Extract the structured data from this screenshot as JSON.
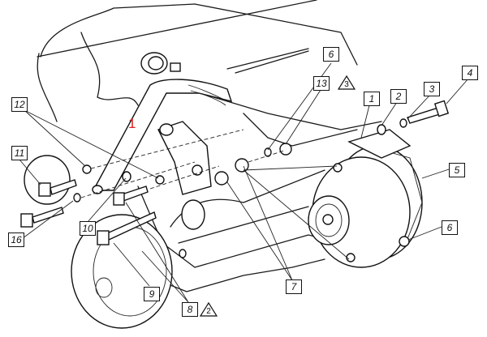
{
  "diagram": {
    "title_marker": "1",
    "callouts": {
      "c12": "12",
      "c6_top": "6",
      "c13": "13",
      "t3": "3",
      "c1": "1",
      "c2": "2",
      "c3": "3",
      "c4": "4",
      "c11": "11",
      "c5": "5",
      "c6_right": "6",
      "c10": "10",
      "c16": "16",
      "c7": "7",
      "c9": "9",
      "c8": "8",
      "t2": "2"
    },
    "colors": {
      "line": "#1a1a1a",
      "marker": "#e02020"
    }
  }
}
